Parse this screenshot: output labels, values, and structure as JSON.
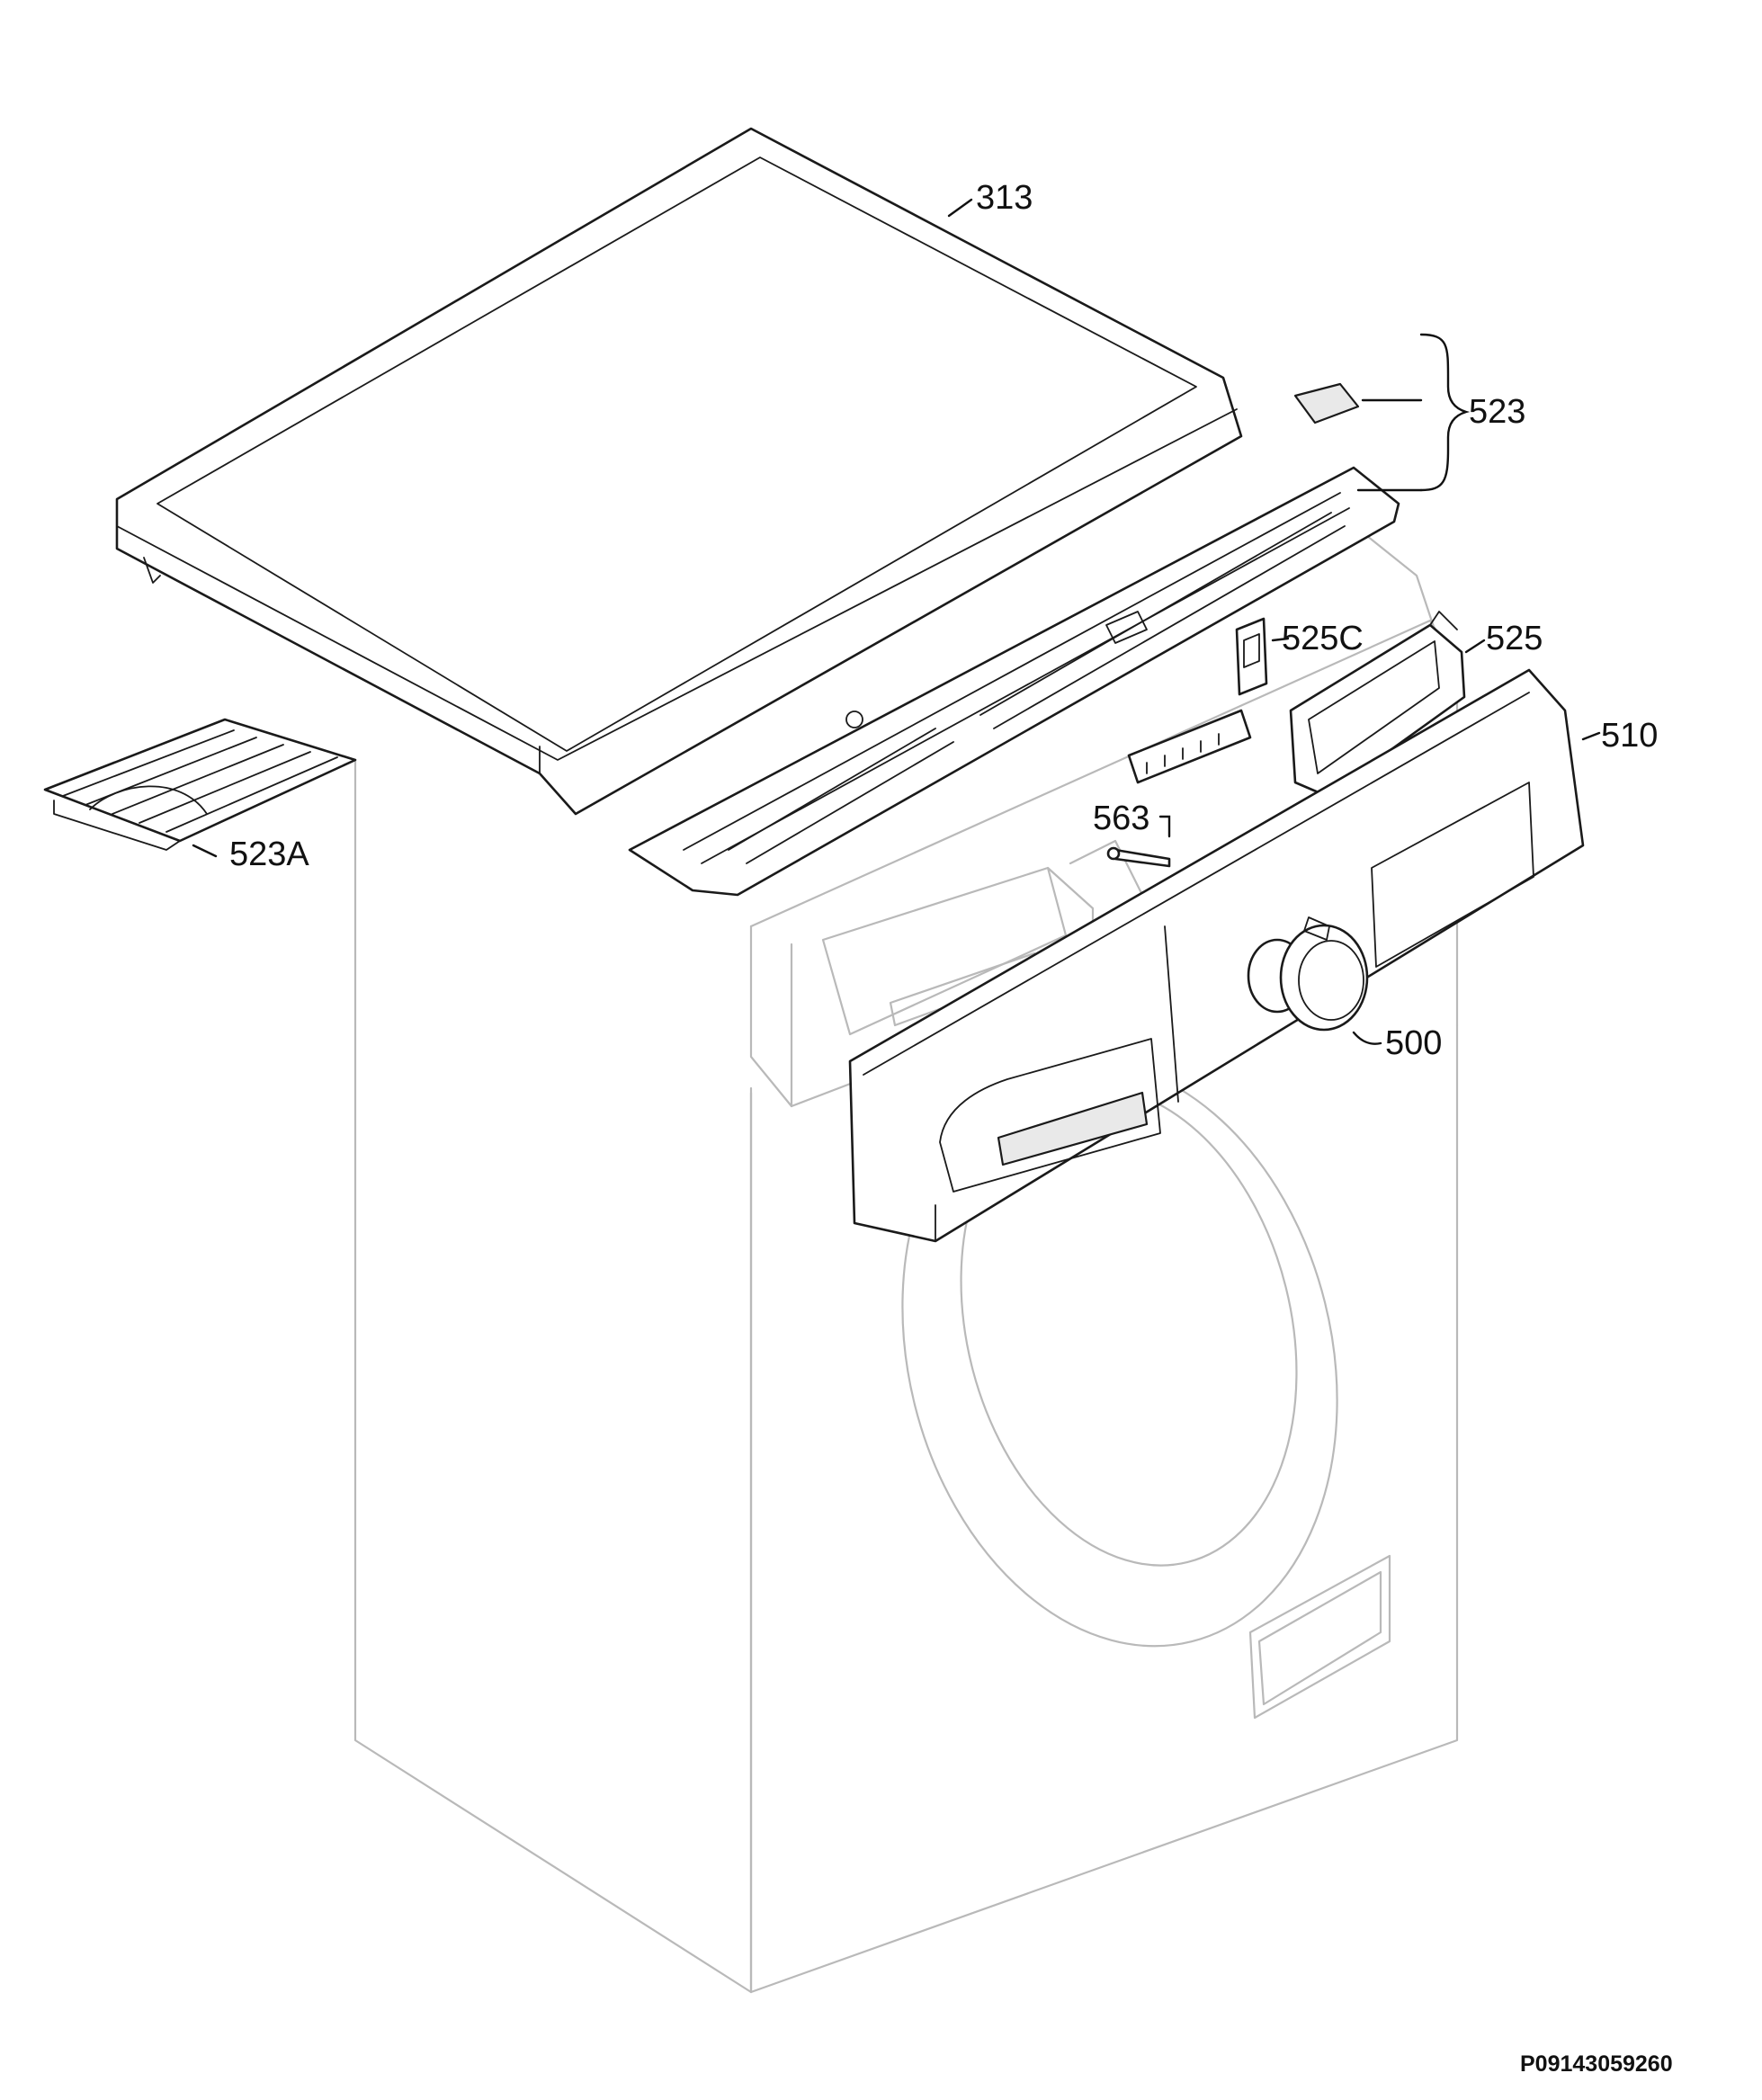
{
  "diagram": {
    "callouts": {
      "c313": "313",
      "c523": "523",
      "c525C": "525C",
      "c525": "525",
      "c510": "510",
      "c523A": "523A",
      "c563": "563",
      "c500": "500"
    },
    "document_number": "P09143059260"
  }
}
